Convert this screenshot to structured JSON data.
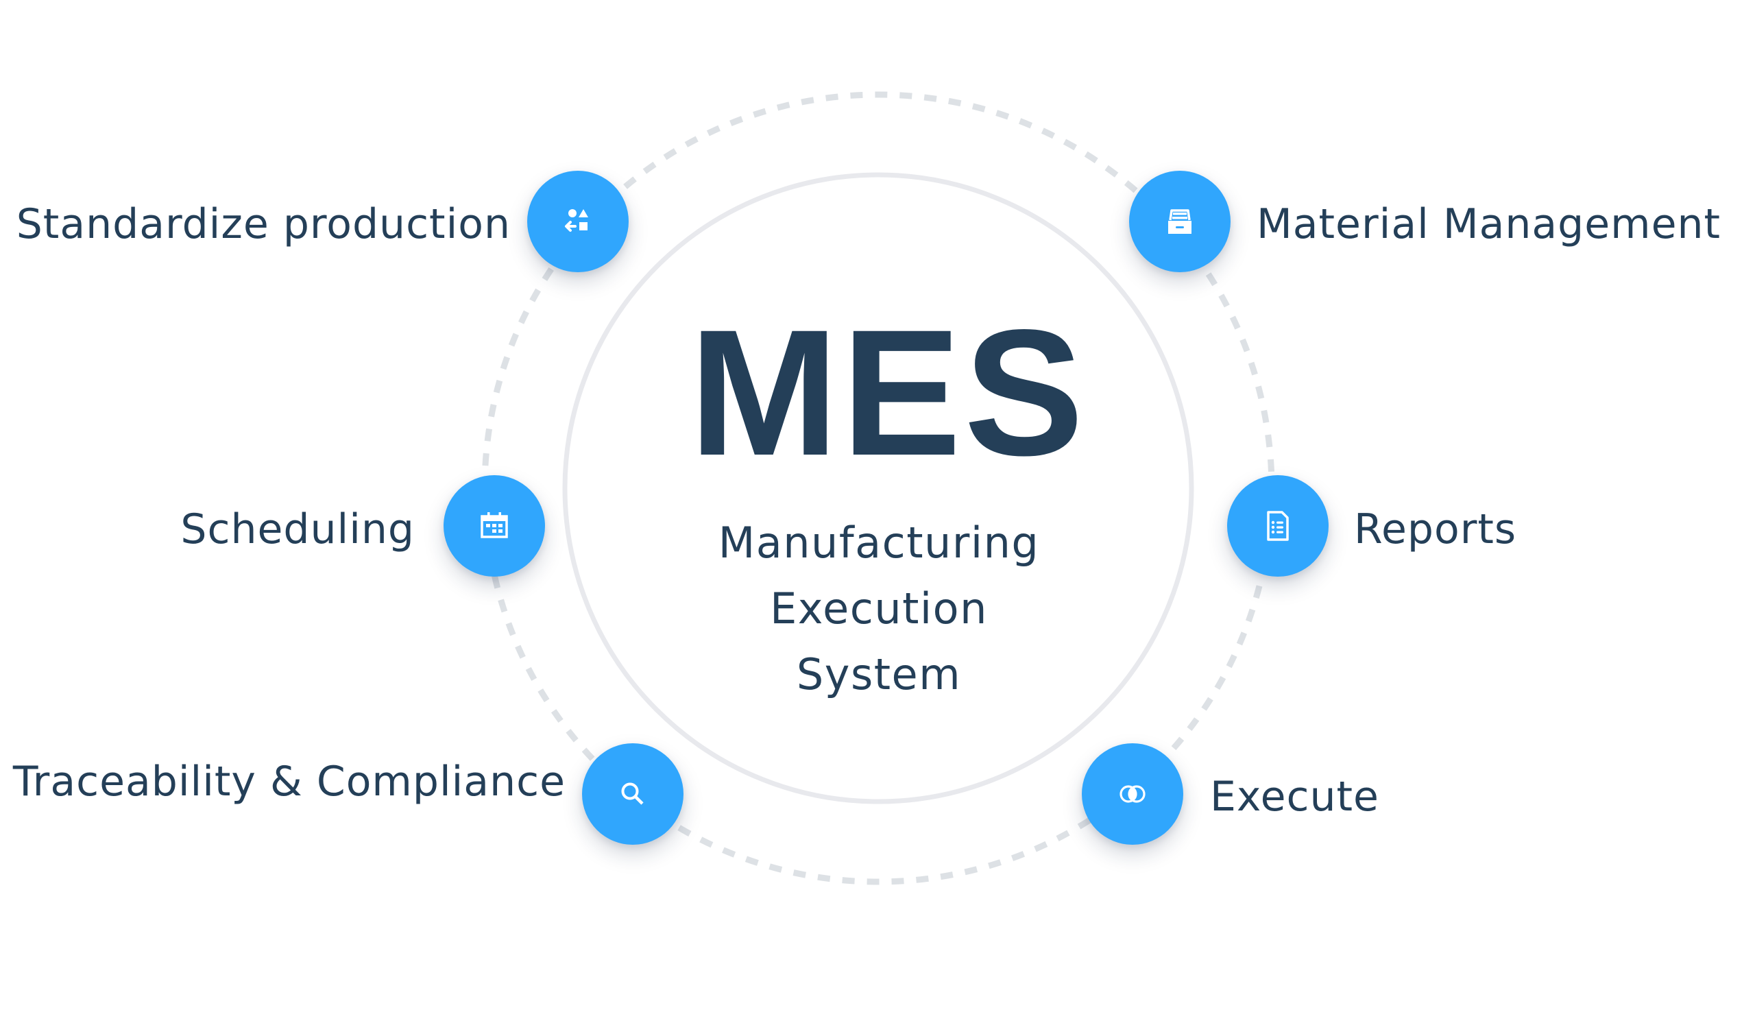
{
  "center": {
    "acronym": "MES",
    "subtitle_lines": [
      "Manufacturing",
      "Execution",
      "System"
    ]
  },
  "nodes": [
    {
      "label": "Standardize production",
      "icon": "shapes-sort-icon",
      "side": "left"
    },
    {
      "label": "Material Management",
      "icon": "archive-box-icon",
      "side": "right"
    },
    {
      "label": "Scheduling",
      "icon": "calendar-icon",
      "side": "left"
    },
    {
      "label": "Reports",
      "icon": "document-list-icon",
      "side": "right"
    },
    {
      "label": "Traceability & Compliance",
      "icon": "search-icon",
      "side": "left"
    },
    {
      "label": "Execute",
      "icon": "overlapping-circles-icon",
      "side": "right"
    }
  ],
  "colors": {
    "text": "#243f58",
    "node_fill": "#30a6fd",
    "inner_ring": "#e8e9ed",
    "dashed_ring": "#dde1e5",
    "icon": "#ffffff"
  }
}
